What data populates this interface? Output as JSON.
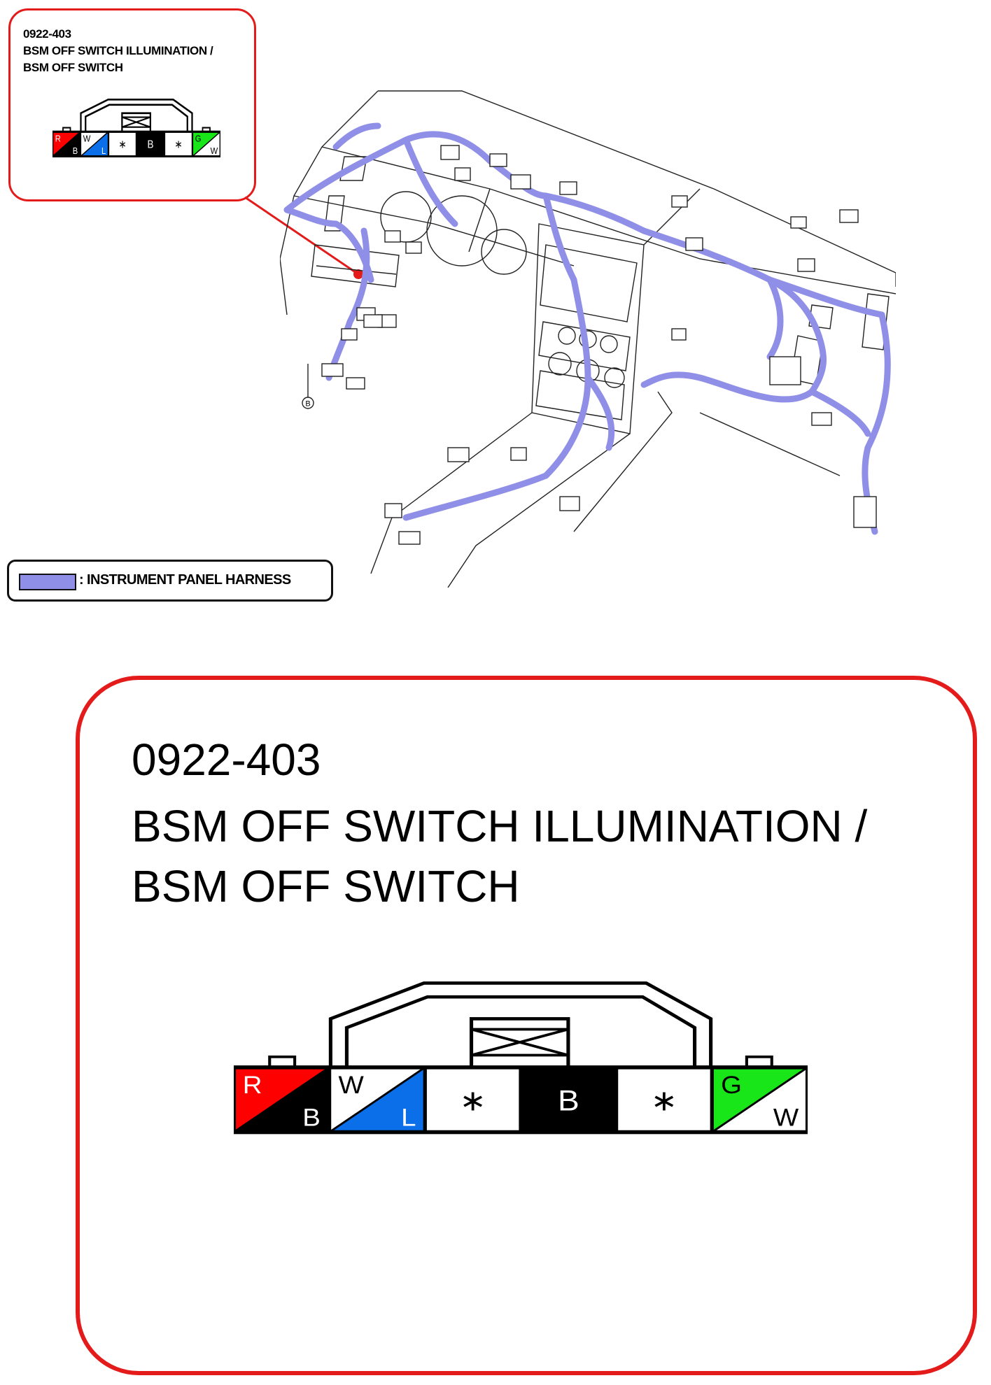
{
  "connector": {
    "code": "0922-403",
    "title_lines": [
      "BSM OFF SWITCH ILLUMINATION /",
      "BSM OFF SWITCH"
    ],
    "terminals": [
      {
        "top": "R",
        "bottom": "B",
        "top_color": "#ff0000",
        "bottom_color": "#000000"
      },
      {
        "top": "W",
        "bottom": "L",
        "top_color": "#ffffff",
        "bottom_color": "#0a6fe8"
      },
      {
        "center": "∗",
        "color": "#ffffff"
      },
      {
        "center": "B",
        "color": "#000000"
      },
      {
        "center": "∗",
        "color": "#ffffff"
      },
      {
        "top": "G",
        "bottom": "W",
        "top_color": "#19e619",
        "bottom_color": "#ffffff"
      }
    ]
  },
  "diagram": {
    "ground_marker": "B",
    "harness_color": "#8f8fe8",
    "callout_color": "#e41b1b"
  },
  "legend": {
    "label": ": INSTRUMENT PANEL HARNESS"
  }
}
